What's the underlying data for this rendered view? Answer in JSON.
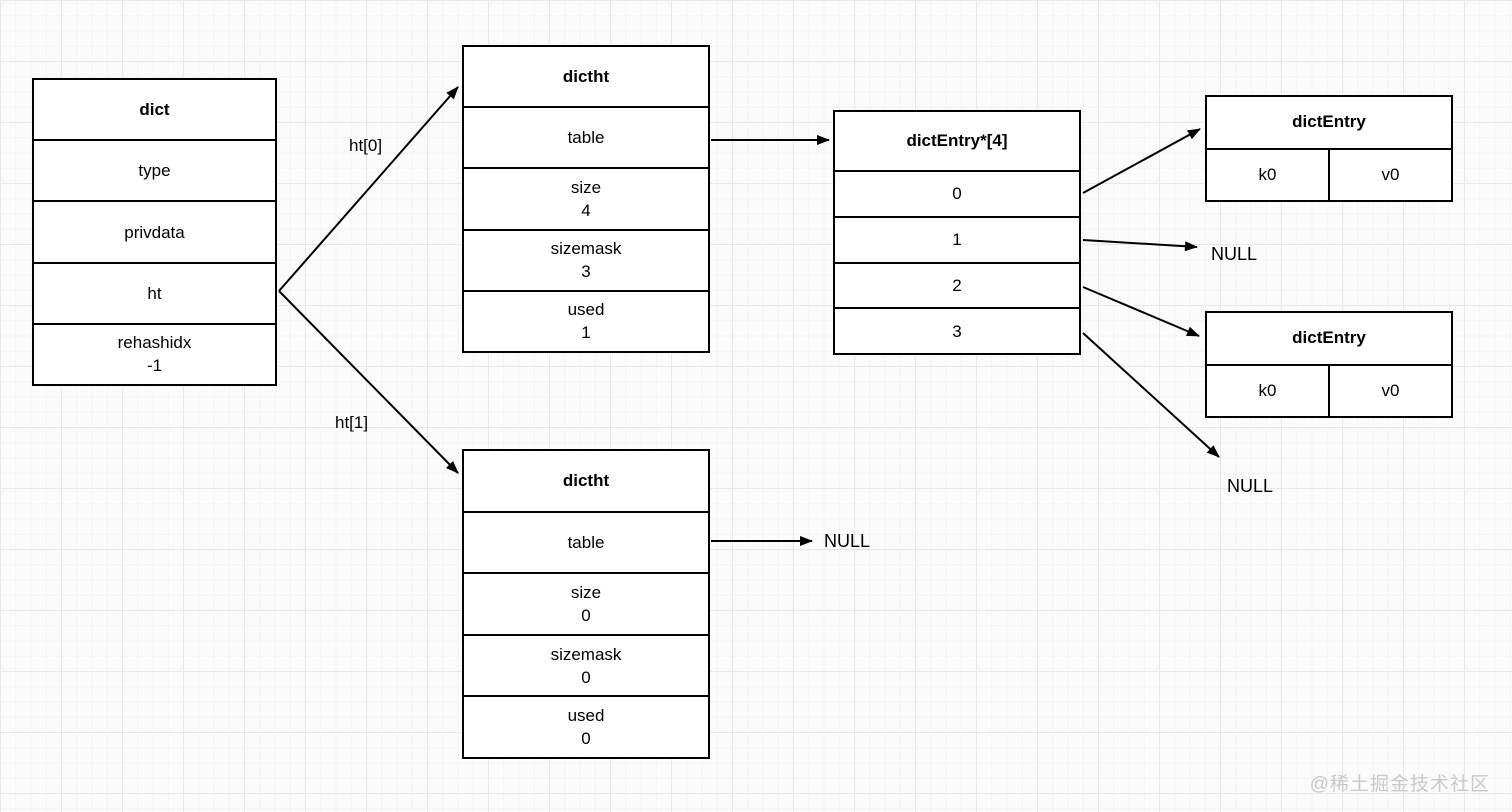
{
  "nodes": {
    "dict": {
      "title": "dict",
      "rows": [
        {
          "label": "type",
          "value": ""
        },
        {
          "label": "privdata",
          "value": ""
        },
        {
          "label": "ht",
          "value": ""
        },
        {
          "label": "rehashidx",
          "value": "-1"
        }
      ]
    },
    "dictht0": {
      "title": "dictht",
      "rows": [
        {
          "label": "table",
          "value": ""
        },
        {
          "label": "size",
          "value": "4"
        },
        {
          "label": "sizemask",
          "value": "3"
        },
        {
          "label": "used",
          "value": "1"
        }
      ]
    },
    "dictht1": {
      "title": "dictht",
      "rows": [
        {
          "label": "table",
          "value": ""
        },
        {
          "label": "size",
          "value": "0"
        },
        {
          "label": "sizemask",
          "value": "0"
        },
        {
          "label": "used",
          "value": "0"
        }
      ]
    },
    "entry_array": {
      "title": "dictEntry*[4]",
      "rows": [
        {
          "label": "0"
        },
        {
          "label": "1"
        },
        {
          "label": "2"
        },
        {
          "label": "3"
        }
      ]
    },
    "dictentry_top": {
      "title": "dictEntry",
      "cells": [
        "k0",
        "v0"
      ]
    },
    "dictentry_bottom": {
      "title": "dictEntry",
      "cells": [
        "k0",
        "v0"
      ]
    }
  },
  "edge_labels": {
    "ht0": "ht[0]",
    "ht1": "ht[1]"
  },
  "null_labels": {
    "slot1": "NULL",
    "slot3": "NULL",
    "table1": "NULL"
  },
  "watermark": "@稀土掘金技术社区",
  "colors": {
    "stroke": "#000000",
    "box_fill": "#ffffff",
    "grid_minor": "#f3f3f3",
    "grid_major": "#e7e7e7",
    "watermark": "#c9c9c9"
  }
}
